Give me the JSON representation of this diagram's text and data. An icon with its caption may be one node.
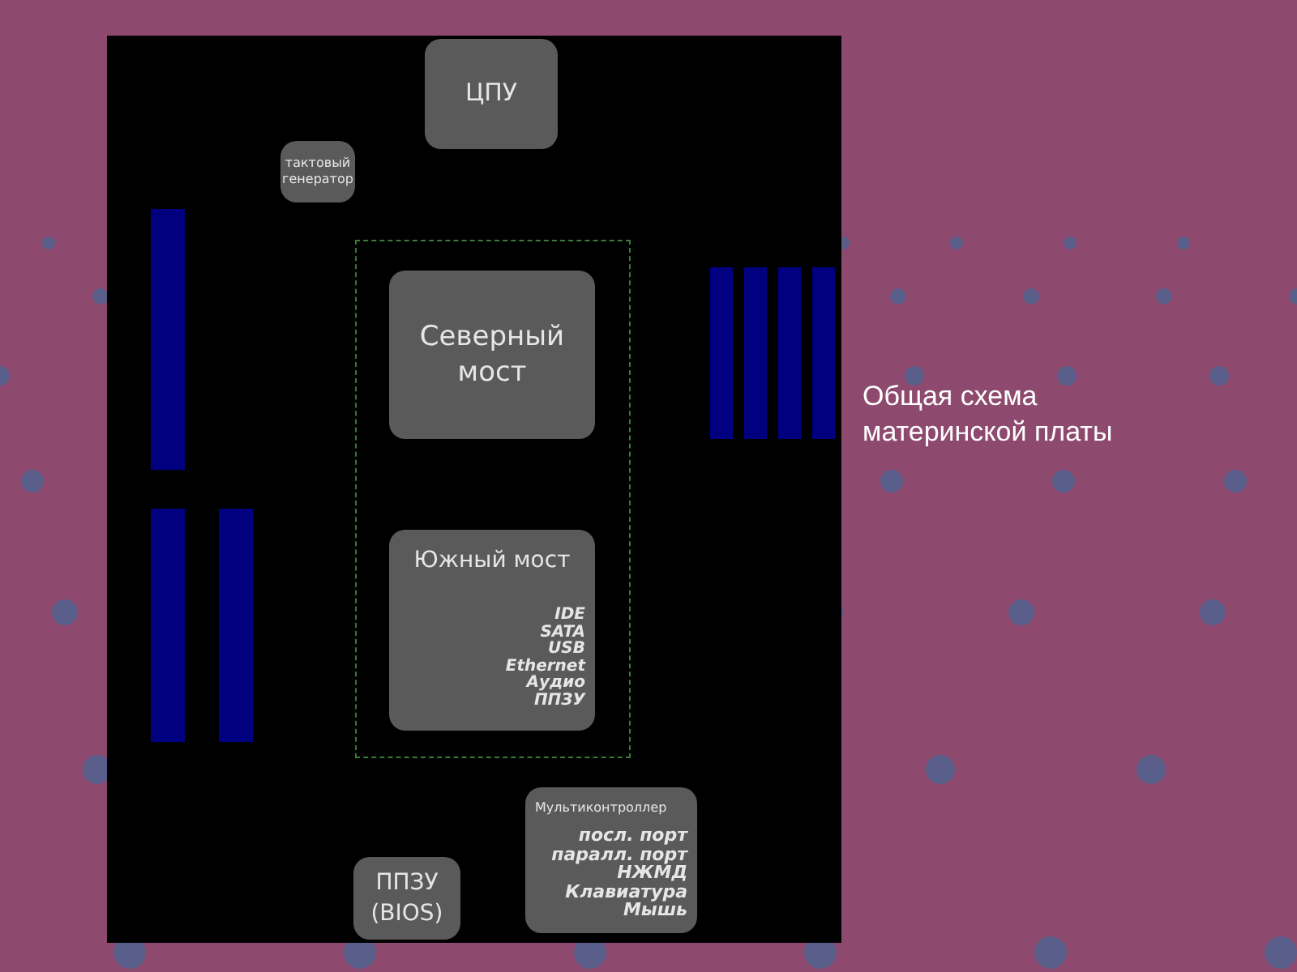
{
  "diagram": {
    "caption": "Общая схема материнской платы",
    "nodes": [
      {
        "text": [
          "ЦПУ"
        ]
      },
      {
        "text": [
          "тактовый генератор"
        ]
      },
      {
        "text": [],
        "shape": "box"
      },
      {
        "text": [
          "Северный мост"
        ],
        "in": 2
      },
      {
        "text": [
          "Южный мост",
          "IDE",
          "SATA",
          "USB",
          "Ethernet",
          "Аудио",
          "ППЗУ"
        ],
        "in": 2
      },
      {
        "text": [
          "Мультиконтроллер",
          "посл. порт",
          "паралл. порт",
          "НЖМД",
          "Клавиатура",
          "Мышь"
        ]
      },
      {
        "text": [
          "ППЗУ (BIOS)"
        ]
      }
    ],
    "edges": []
  }
}
